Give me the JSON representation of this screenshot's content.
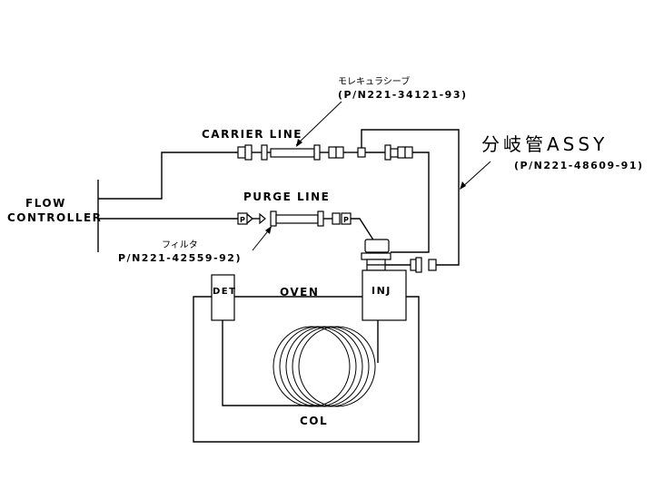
{
  "labels": {
    "flow_controller_line1": "FLOW",
    "flow_controller_line2": "CONTROLLER",
    "carrier_line": "CARRIER LINE",
    "purge_line": "PURGE LINE",
    "molecular_sieve_name": "モレキュラシーブ",
    "molecular_sieve_pn": "(P/N221-34121-93)",
    "filter_name": "フィルタ",
    "filter_pn": "P/N221-42559-92)",
    "branch_pipe_name": "分岐管ASSY",
    "branch_pipe_pn": "(P/N221-48609-91)",
    "oven": "OVEN",
    "detector": "DET",
    "injector": "INJ",
    "column": "COL",
    "fitting_p1": "P",
    "fitting_p2": "P"
  }
}
